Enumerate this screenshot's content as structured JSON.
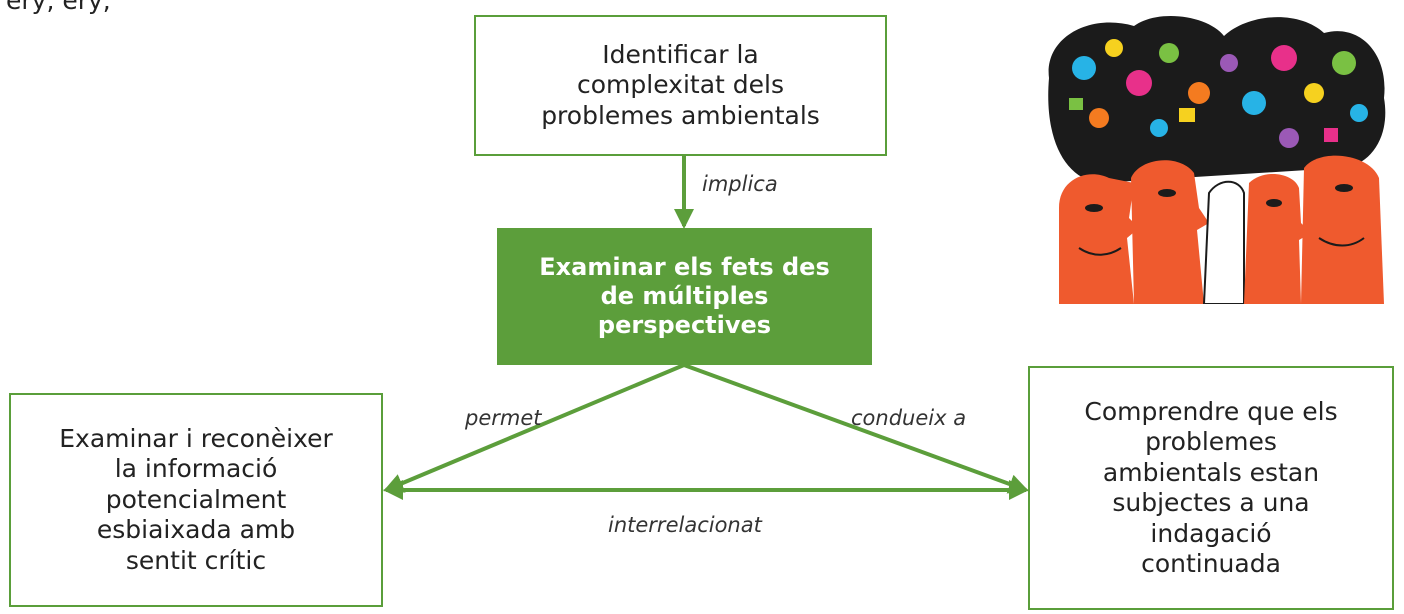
{
  "corner_text": "ery, ery,",
  "nodes": {
    "top": [
      "Identificar la",
      "complexitat dels",
      "problemes ambientals"
    ],
    "center": [
      "Examinar els fets des",
      "de múltiples",
      "perspectives"
    ],
    "left": [
      "Examinar i reconèixer",
      "la informació",
      "potencialment",
      "esbiaixada amb",
      "sentit crític"
    ],
    "right": [
      "Comprendre que els",
      "problemes",
      "ambientals estan",
      "subjectes a una",
      "indagació",
      "continuada"
    ]
  },
  "edge_labels": {
    "implica": "implica",
    "permet": "permet",
    "condueix": "condueix a",
    "interrelacionat": "interrelacionat"
  },
  "colors": {
    "accent_green": "#5c9e3b",
    "face_orange": "#ef5a2e",
    "hair_dark": "#1b1b1b"
  }
}
